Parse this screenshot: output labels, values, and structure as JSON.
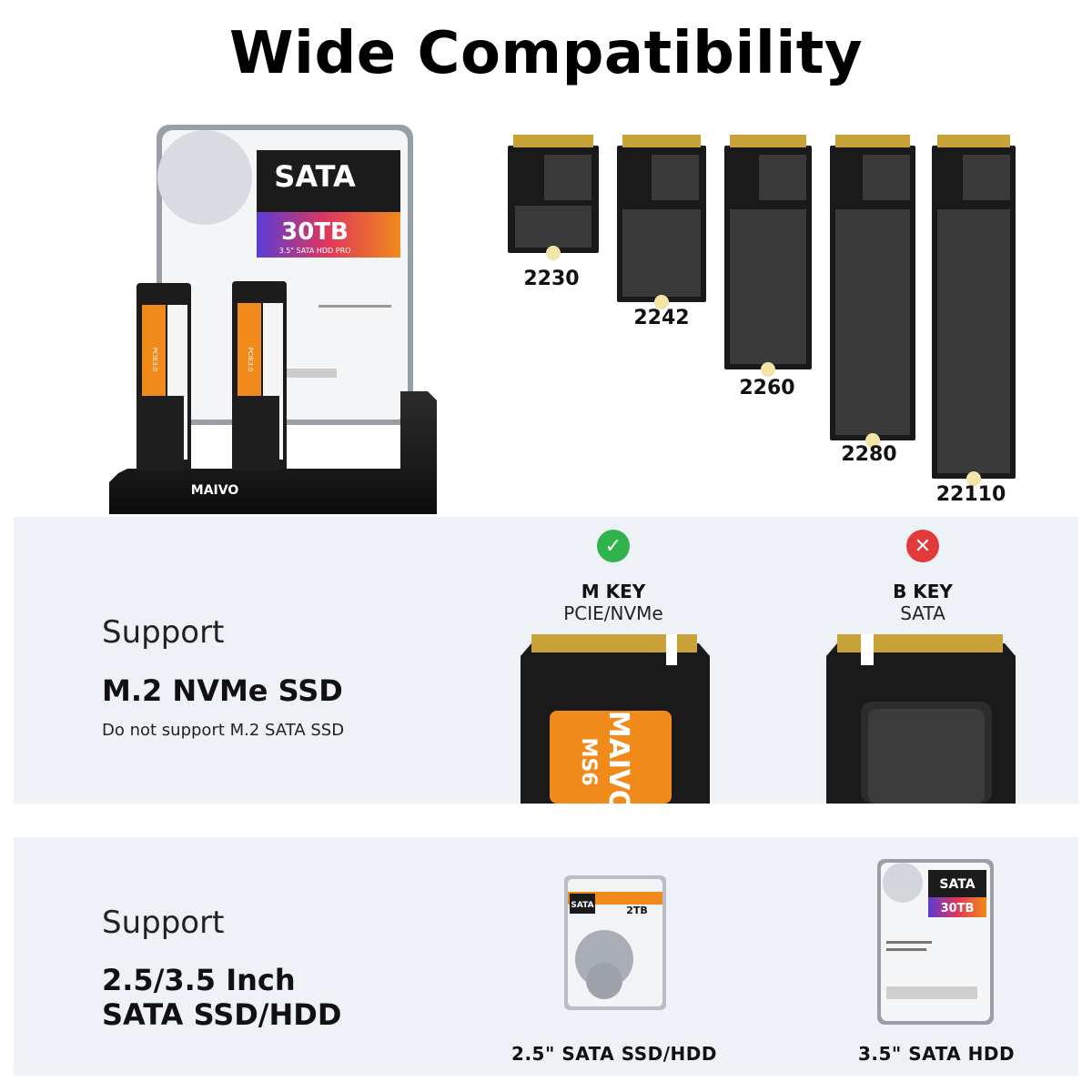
{
  "title": "Wide Compatibility",
  "dock": {
    "brand": "MAIVO",
    "hdd_interface": "SATA",
    "hdd_capacity": "30TB",
    "hdd_model": "3.5\" SATA HDD PRO",
    "ssd_label": "PCIE3.0",
    "colors": {
      "dock": "#1a1a1a",
      "accent": "#f07a1a"
    }
  },
  "ssd_sizes": [
    "2230",
    "2242",
    "2260",
    "2280",
    "22110"
  ],
  "nvme_section": {
    "support_word": "Support",
    "main": "M.2 NVMe SSD",
    "sub": "Do not support M.2 SATA SSD",
    "keys": [
      {
        "icon": "check-icon",
        "status": "supported",
        "color": "#2fb34a",
        "title": "M KEY",
        "sub": "PCIE/NVMe",
        "ssd_brand": "MAIVO",
        "ssd_model": "MS6"
      },
      {
        "icon": "cross-icon",
        "status": "unsupported",
        "color": "#e23a3a",
        "title": "B KEY",
        "sub": "SATA"
      }
    ]
  },
  "sata_section": {
    "support_word": "Support",
    "main_line1": "2.5/3.5 Inch",
    "main_line2": "SATA SSD/HDD",
    "drives": [
      {
        "caption": "2.5\" SATA SSD/HDD",
        "interface": "SATA",
        "capacity": "2TB"
      },
      {
        "caption": "3.5\" SATA HDD",
        "interface": "SATA",
        "capacity": "30TB"
      }
    ]
  }
}
